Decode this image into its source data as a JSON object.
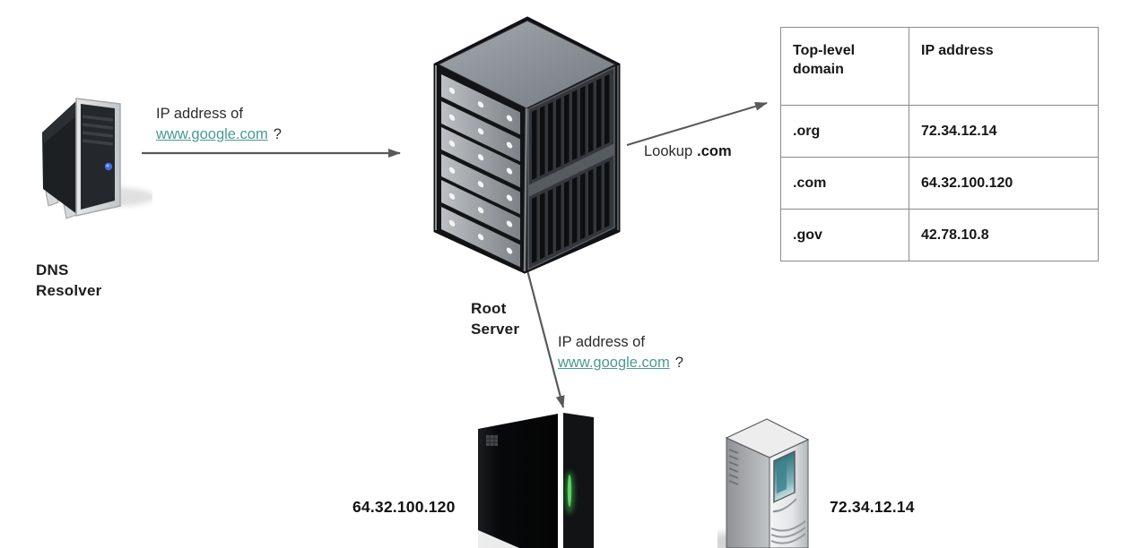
{
  "diagram": {
    "title_hint": "DNS root server lookup diagram",
    "resolver": {
      "label": "DNS\nResolver"
    },
    "root_server": {
      "label": "Root\nServer"
    },
    "query_to_root": {
      "prefix": "IP address of",
      "link": "www.google.com",
      "suffix": "?"
    },
    "lookup": {
      "prefix": "Lookup",
      "tld": ".com"
    },
    "query_to_tld": {
      "prefix": "IP address of",
      "link": "www.google.com",
      "suffix": "?"
    },
    "tld_table": {
      "headers": [
        "Top-level domain",
        "IP address"
      ],
      "rows": [
        {
          "tld": ".org",
          "ip": "72.34.12.14"
        },
        {
          "tld": ".com",
          "ip": "64.32.100.120"
        },
        {
          "tld": ".gov",
          "ip": "42.78.10.8"
        }
      ]
    },
    "com_server": {
      "ip_label": "64.32.100.120"
    },
    "org_server": {
      "ip_label": "72.34.12.14"
    },
    "colors": {
      "link": "#4a9a94",
      "arrow": "#58595b",
      "table_border": "#8a8a8a",
      "text": "#1c1c1c",
      "led_green": "#49b34f",
      "led_blue": "#4468e0"
    }
  }
}
